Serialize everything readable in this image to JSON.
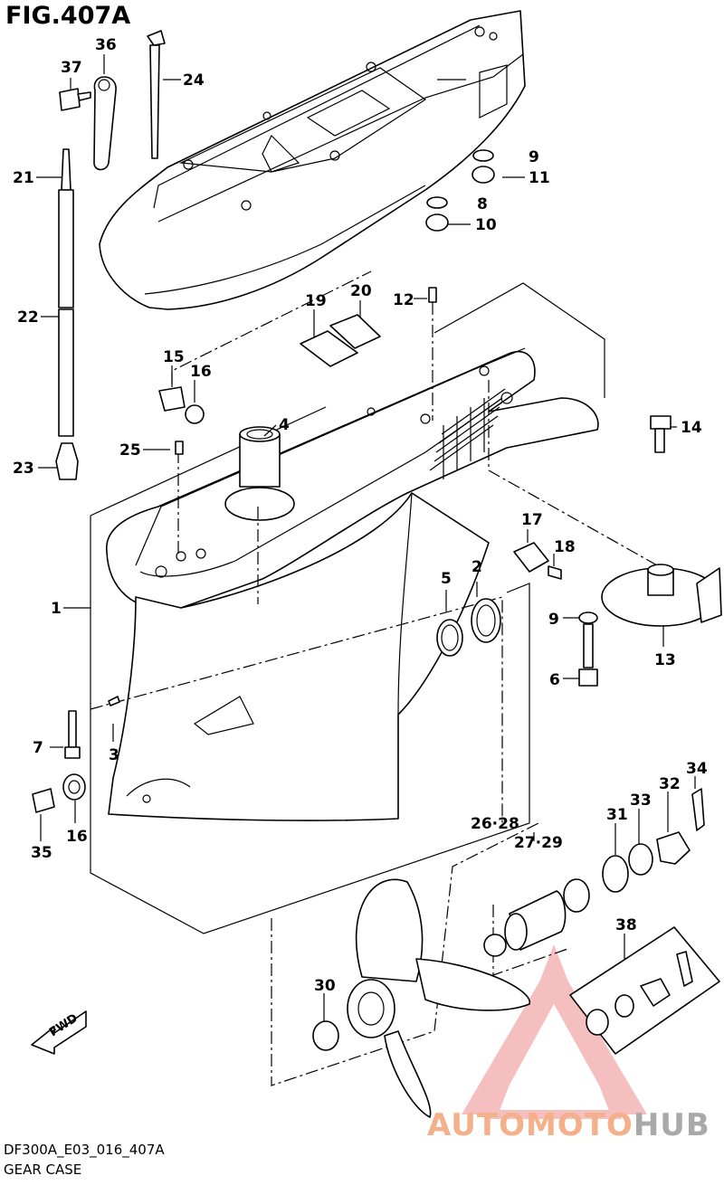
{
  "figure": {
    "title": "FIG.407A"
  },
  "footer": {
    "code": "DF300A_E03_016_407A",
    "name": "GEAR CASE"
  },
  "direction_label": "FWD",
  "watermark": {
    "part1": "AUTOMOTO",
    "part2": "HUB",
    "color1": "#f3b08a",
    "color2": "#a9a9a9",
    "triangle_color": "#f08c8c"
  },
  "callouts": {
    "p1": "1",
    "p2": "2",
    "p3": "3",
    "p4": "4",
    "p5": "5",
    "p6": "6",
    "p7": "7",
    "p8": "8",
    "p9a": "9",
    "p9b": "9",
    "p10": "10",
    "p11": "11",
    "p12": "12",
    "p13": "13",
    "p14": "14",
    "p15": "15",
    "p16a": "16",
    "p16b": "16",
    "p17": "17",
    "p18": "18",
    "p19": "19",
    "p20": "20",
    "p21": "21",
    "p22": "22",
    "p23": "23",
    "p24": "24",
    "p25": "25",
    "p2628": "26·28",
    "p2729": "27·29",
    "p30": "30",
    "p31": "31",
    "p32": "32",
    "p33": "33",
    "p34": "34",
    "p35": "35",
    "p36": "36",
    "p37": "37",
    "p38": "38"
  }
}
